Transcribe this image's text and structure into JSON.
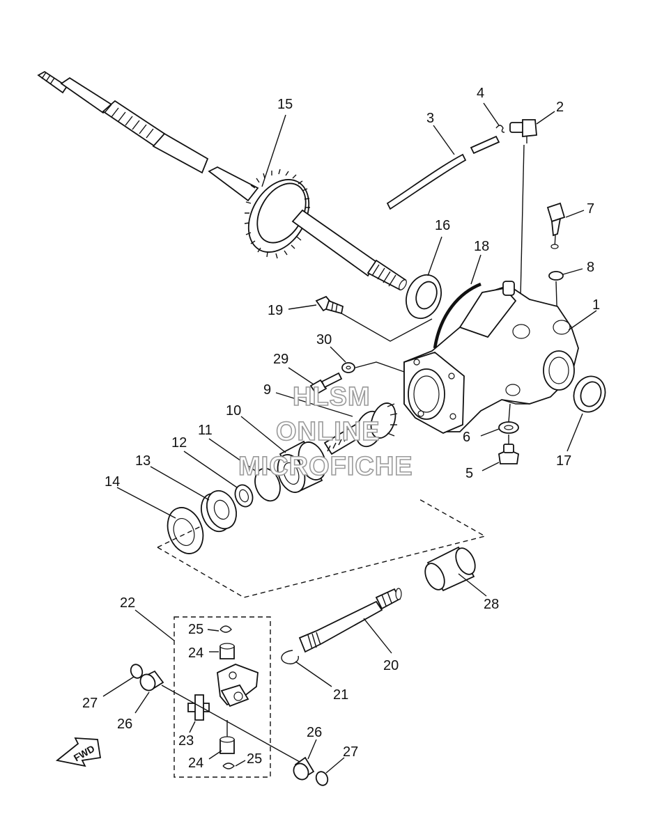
{
  "watermark": {
    "line1": "HLSM",
    "line2": "ONLINE",
    "line3": "MICROFICHE"
  },
  "fwd_label": "FWD",
  "callouts": {
    "c1": "1",
    "c2": "2",
    "c3": "3",
    "c4": "4",
    "c5": "5",
    "c6": "6",
    "c7": "7",
    "c8": "8",
    "c9": "9",
    "c10": "10",
    "c11": "11",
    "c12": "12",
    "c13": "13",
    "c14": "14",
    "c15": "15",
    "c16": "16",
    "c17": "17",
    "c18": "18",
    "c19": "19",
    "c20": "20",
    "c21": "21",
    "c22": "22",
    "c23": "23",
    "c24a": "24",
    "c24b": "24",
    "c25a": "25",
    "c25b": "25",
    "c26a": "26",
    "c26b": "26",
    "c27a": "27",
    "c27b": "27",
    "c28": "28",
    "c29": "29",
    "c30": "30"
  }
}
